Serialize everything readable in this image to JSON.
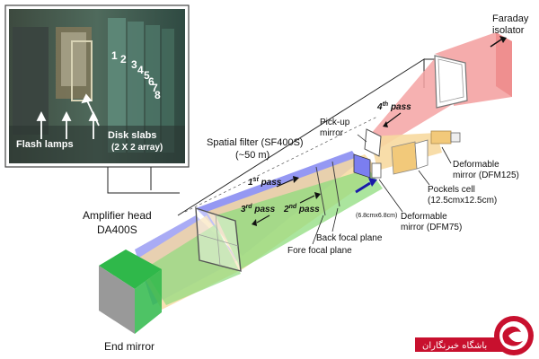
{
  "inset": {
    "numbers": [
      "1",
      "2",
      "3",
      "4",
      "5",
      "6",
      "7",
      "8"
    ],
    "flash_lamps": "Flash lamps",
    "disk_slabs": "Disk slabs",
    "disk_array": "(2 X 2 array)"
  },
  "labels": {
    "faraday_line1": "Faraday",
    "faraday_line2": "isolator",
    "pickup_line1": "Pick-up",
    "pickup_line2": "mirror",
    "pass4": "4",
    "pass4_sup": "th",
    "pass4_word": " pass",
    "pass1": "1",
    "pass1_sup": "st",
    "pass1_word": " pass",
    "pass3": "3",
    "pass3_sup": "rd",
    "pass3_word": " pass",
    "pass2": "2",
    "pass2_sup": "nd",
    "pass2_word": " pass",
    "spatial_line1": "Spatial filter (SF400S)",
    "spatial_line2": "(~50 m)",
    "dfm125_line1": "Deformable",
    "dfm125_line2": "mirror (DFM125)",
    "pockels_line1": "Pockels cell",
    "pockels_line2": "(12.5cmx12.5cm)",
    "size_small": "(6.8cmx6.8cm)",
    "dfm75_line1": "Deformable",
    "dfm75_line2": "mirror (DFM75)",
    "back_focal": "Back focal plane",
    "fore_focal": "Fore focal plane",
    "amp_line1": "Amplifier head",
    "amp_line2": "DA400S",
    "end_mirror": "End mirror"
  },
  "watermark": {
    "text": "باشگاه خبرنگاران"
  },
  "colors": {
    "red_beam": "#f4a3a3",
    "blue_beam": "#7b7ef0",
    "yellow_beam": "#f7d9a0",
    "green_beam": "#8fdc7e",
    "end_green": "#2fb84a",
    "watermark_red": "#c8102e"
  }
}
